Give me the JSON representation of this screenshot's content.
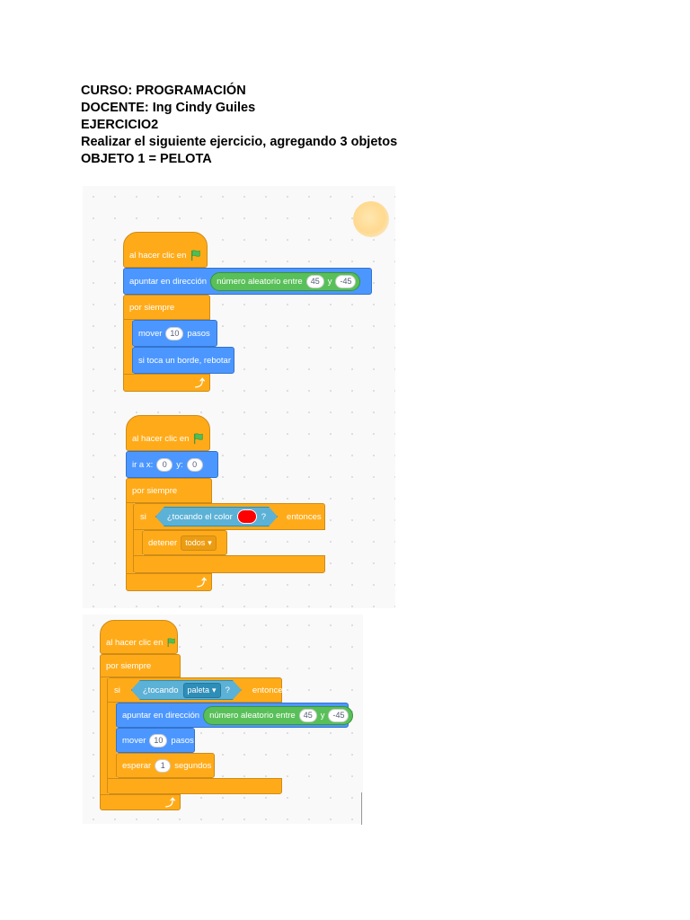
{
  "header": {
    "line1": "CURSO: PROGRAMACIÓN",
    "line2": "DOCENTE: Ing Cindy Guiles",
    "line3": "EJERCICIO2",
    "line4": "Realizar el siguiente ejercicio, agregando 3 objetos",
    "line5": "OBJETO 1 = PELOTA"
  },
  "script1": {
    "event": "al hacer clic en",
    "point": "apuntar en dirección",
    "random": "número aleatorio entre",
    "from": "45",
    "and": "y",
    "to": "-45",
    "forever": "por siempre",
    "move": "mover",
    "steps_value": "10",
    "steps": "pasos",
    "bounce": "si toca un borde, rebotar"
  },
  "script2": {
    "event": "al hacer clic en",
    "goto": "ir a x:",
    "x": "0",
    "ylabel": "y:",
    "y": "0",
    "forever": "por siempre",
    "if": "si",
    "touching_color": "¿tocando el color",
    "q": "?",
    "then": "entonces",
    "stop": "detener",
    "stop_option": "todos"
  },
  "script3": {
    "event": "al hacer clic en",
    "forever": "por siempre",
    "if": "si",
    "touching": "¿tocando",
    "object": "paleta",
    "q": "?",
    "then": "entonces",
    "point": "apuntar en dirección",
    "random": "número aleatorio entre",
    "from": "45",
    "and": "y",
    "to": "-45",
    "move": "mover",
    "steps_value": "10",
    "steps": "pasos",
    "wait": "esperar",
    "wait_value": "1",
    "seconds": "segundos"
  },
  "colors": {
    "events": "#ffab19",
    "motion": "#4c97ff",
    "operators": "#59c059",
    "sensing": "#5cb1d6",
    "touch_color": "#ff0000",
    "flag": "#4cbf56"
  }
}
